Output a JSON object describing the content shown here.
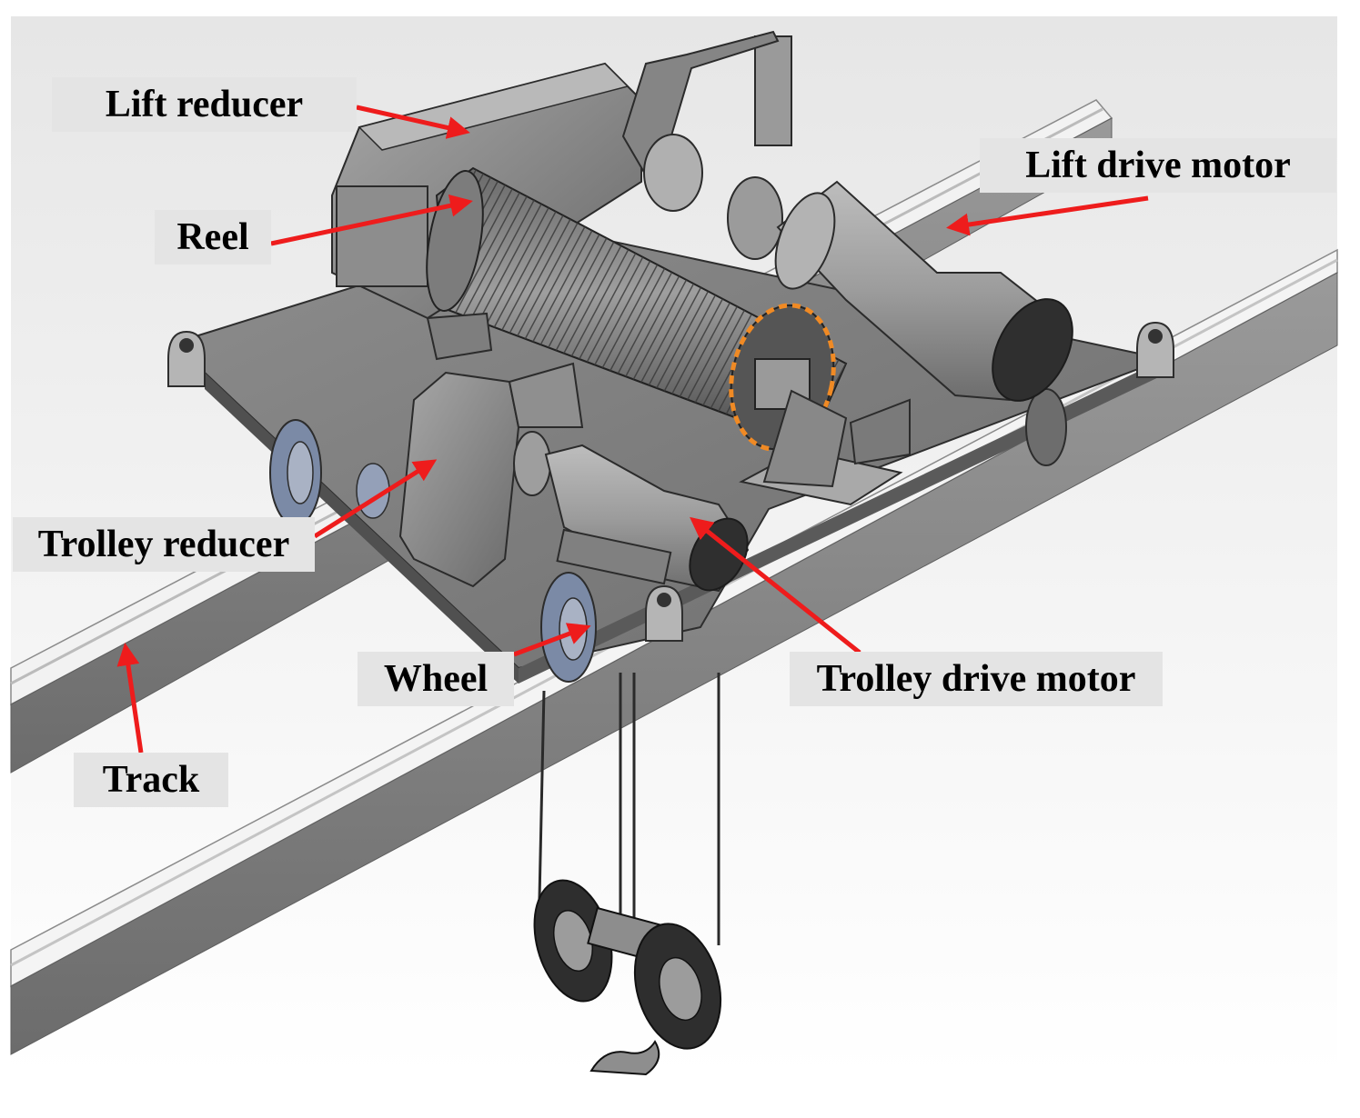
{
  "labels": {
    "lift_reducer": "Lift reducer",
    "reel": "Reel",
    "lift_drive_motor": "Lift drive motor",
    "trolley_reducer": "Trolley reducer",
    "wheel": "Wheel",
    "trolley_drive_motor": "Trolley drive motor",
    "track": "Track"
  },
  "colors": {
    "arrow": "#ee1c1c",
    "label_background": "#e4e4e4",
    "highlight_ring": "#f08a24",
    "metal_dark": "#3a3a3a",
    "metal_mid": "#8a8a8a",
    "metal_light": "#c9c9c9",
    "background_top": "#e9e9e9",
    "background_bottom": "#ffffff"
  }
}
